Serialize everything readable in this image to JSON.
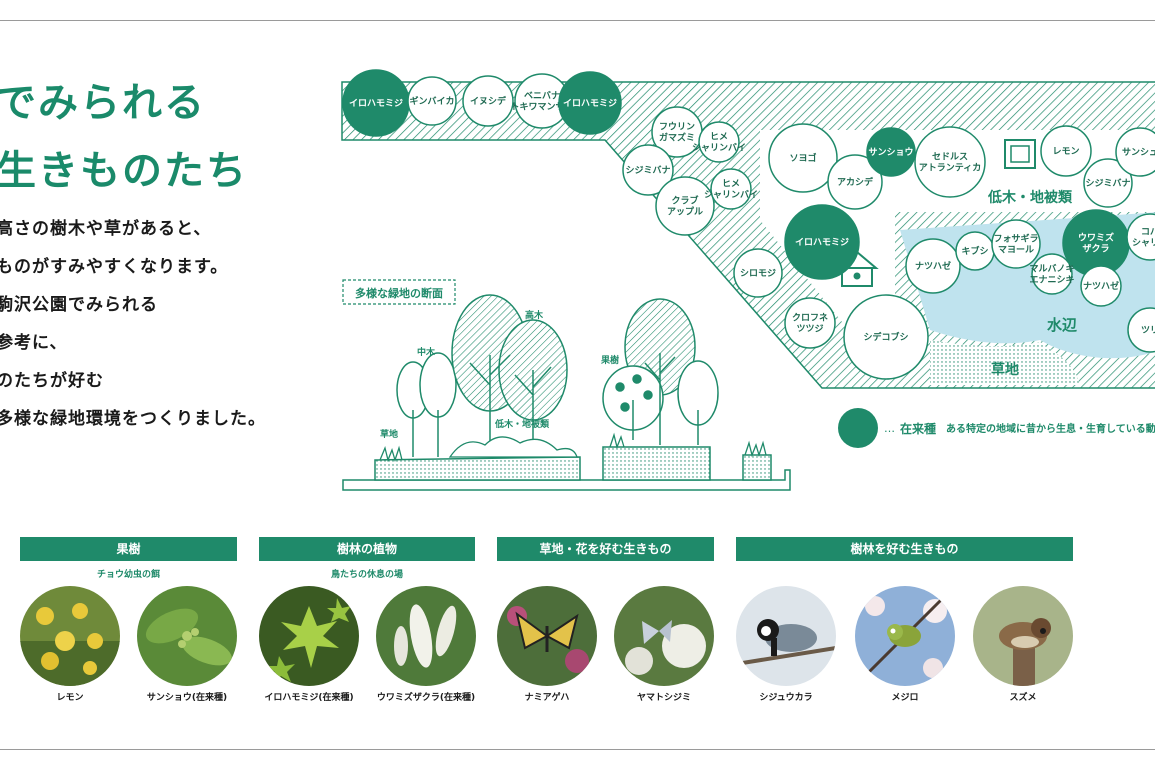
{
  "heading": {
    "line1": "でみられる",
    "line2": "生きものたち"
  },
  "intro": [
    "高さの樹木や草があると、",
    "ものがすみやすくなります。",
    "駒沢公園でみられる",
    "参考に、",
    "のたちが好む",
    "多様な緑地環境をつくりました。"
  ],
  "map": {
    "trees": [
      {
        "id": "iroha1",
        "lines": [
          "イロハモミジ"
        ],
        "native": true
      },
      {
        "id": "ginbaika",
        "lines": [
          "ギンバイカ"
        ],
        "native": false
      },
      {
        "id": "inusida",
        "lines": [
          "イヌシデ"
        ],
        "native": false
      },
      {
        "id": "benibana",
        "lines": [
          "ベニバナ",
          "トキワマンサク"
        ],
        "native": false
      },
      {
        "id": "iroha2",
        "lines": [
          "イロハモミジ"
        ],
        "native": true
      },
      {
        "id": "fourin",
        "lines": [
          "フウリン",
          "ガマズミ"
        ],
        "native": false
      },
      {
        "id": "hime1",
        "lines": [
          "ヒメ",
          "シャリンバイ"
        ],
        "native": false
      },
      {
        "id": "shijimi1",
        "lines": [
          "シジミバナ"
        ],
        "native": false
      },
      {
        "id": "crab",
        "lines": [
          "クラブ",
          "アップル"
        ],
        "native": false
      },
      {
        "id": "hime2",
        "lines": [
          "ヒメ",
          "シャリンバイ"
        ],
        "native": false
      },
      {
        "id": "soyogo",
        "lines": [
          "ソヨゴ"
        ],
        "native": false
      },
      {
        "id": "akashide",
        "lines": [
          "アカシデ"
        ],
        "native": false
      },
      {
        "id": "sanshou",
        "lines": [
          "サンショウ"
        ],
        "native": true
      },
      {
        "id": "cedrus",
        "lines": [
          "セドルス",
          "アトランティカ"
        ],
        "native": false
      },
      {
        "id": "lemon",
        "lines": [
          "レモン"
        ],
        "native": false
      },
      {
        "id": "shijimi2",
        "lines": [
          "シジミバナ"
        ],
        "native": false
      },
      {
        "id": "sanshu",
        "lines": [
          "サンシュ"
        ],
        "native": false
      },
      {
        "id": "iroha3",
        "lines": [
          "イロハモミジ"
        ],
        "native": true
      },
      {
        "id": "shiromoji",
        "lines": [
          "シロモジ"
        ],
        "native": false
      },
      {
        "id": "natsuhaze1",
        "lines": [
          "ナツハゼ"
        ],
        "native": false
      },
      {
        "id": "kibushi",
        "lines": [
          "キブシ"
        ],
        "native": false
      },
      {
        "id": "fothergilla",
        "lines": [
          "フォサギラ",
          "マヨール"
        ],
        "native": false
      },
      {
        "id": "uwamizu",
        "lines": [
          "ウワミズ",
          "ザクラ"
        ],
        "native": true
      },
      {
        "id": "kohaku",
        "lines": [
          "コバ",
          "シャリン"
        ],
        "native": false
      },
      {
        "id": "marubanoki",
        "lines": [
          "マルバノキ",
          "エナニシキ"
        ],
        "native": false
      },
      {
        "id": "natsuhaze2",
        "lines": [
          "ナツハゼ"
        ],
        "native": false
      },
      {
        "id": "kurofune",
        "lines": [
          "クロフネ",
          "ツツジ"
        ],
        "native": false
      },
      {
        "id": "shidekobushi",
        "lines": [
          "シデコブシ"
        ],
        "native": false
      },
      {
        "id": "tsuri",
        "lines": [
          "ツリ"
        ],
        "native": false
      }
    ],
    "zones": {
      "shrub": "低木・地被類",
      "water": "水辺",
      "grass": "草地"
    },
    "legend": {
      "prefix": "…",
      "term": "在来種",
      "text": "ある特定の地域に昔から生息・生育している動植"
    }
  },
  "section": {
    "title": "多様な緑地の断面",
    "labels": {
      "tall": "高木",
      "mid": "中木",
      "fruit": "果樹",
      "shrub": "低木・地被類",
      "grass": "草地"
    }
  },
  "categories": [
    {
      "title": "果樹",
      "subtitle": "チョウ幼虫の餌"
    },
    {
      "title": "樹林の植物",
      "subtitle": "鳥たちの休息の場"
    },
    {
      "title": "草地・花を好む生きもの",
      "subtitle": ""
    },
    {
      "title": "樹林を好む生きもの",
      "subtitle": ""
    }
  ],
  "photos": [
    {
      "caption": "レモン",
      "subject": "lemon-tree"
    },
    {
      "caption": "サンショウ(在来種)",
      "subject": "sansho-plant"
    },
    {
      "caption": "イロハモミジ(在来種)",
      "subject": "maple-leaves"
    },
    {
      "caption": "ウワミズザクラ(在来種)",
      "subject": "cherry-blossom"
    },
    {
      "caption": "ナミアゲハ",
      "subject": "swallowtail-butterfly"
    },
    {
      "caption": "ヤマトシジミ",
      "subject": "blue-butterfly"
    },
    {
      "caption": "シジュウカラ",
      "subject": "great-tit-bird"
    },
    {
      "caption": "メジロ",
      "subject": "white-eye-bird"
    },
    {
      "caption": "スズメ",
      "subject": "sparrow-bird"
    }
  ],
  "colors": {
    "green": "#1f8a6a",
    "water": "#bfe3ee",
    "title": "#1a8a6a"
  }
}
